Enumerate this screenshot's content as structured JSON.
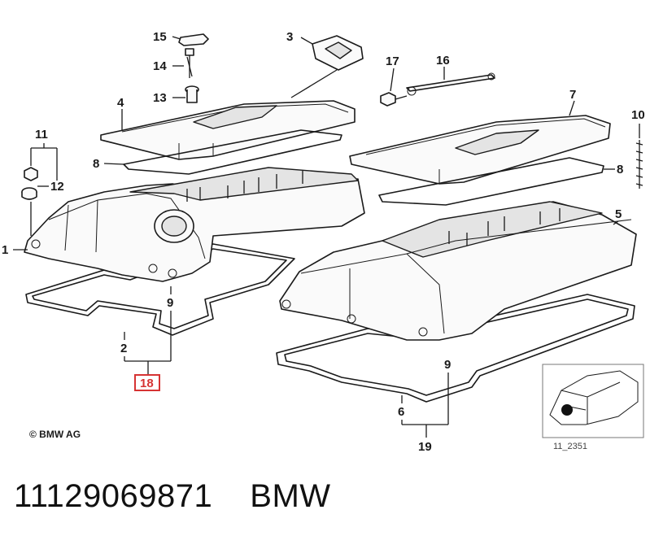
{
  "callouts": [
    {
      "id": "1",
      "label": "1"
    },
    {
      "id": "2",
      "label": "2"
    },
    {
      "id": "3",
      "label": "3"
    },
    {
      "id": "4",
      "label": "4"
    },
    {
      "id": "5",
      "label": "5"
    },
    {
      "id": "6",
      "label": "6"
    },
    {
      "id": "7",
      "label": "7"
    },
    {
      "id": "8a",
      "label": "8"
    },
    {
      "id": "8b",
      "label": "8"
    },
    {
      "id": "9a",
      "label": "9"
    },
    {
      "id": "9b",
      "label": "9"
    },
    {
      "id": "10",
      "label": "10"
    },
    {
      "id": "11",
      "label": "11"
    },
    {
      "id": "12",
      "label": "12"
    },
    {
      "id": "13",
      "label": "13"
    },
    {
      "id": "14",
      "label": "14"
    },
    {
      "id": "15",
      "label": "15"
    },
    {
      "id": "16",
      "label": "16"
    },
    {
      "id": "17",
      "label": "17"
    },
    {
      "id": "19",
      "label": "19"
    }
  ],
  "highlighted_callout": "18",
  "copyright": "© BMW AG",
  "thumbnail_code": "11_2351",
  "footer": {
    "part_number": "11129069871",
    "brand": "BMW"
  }
}
